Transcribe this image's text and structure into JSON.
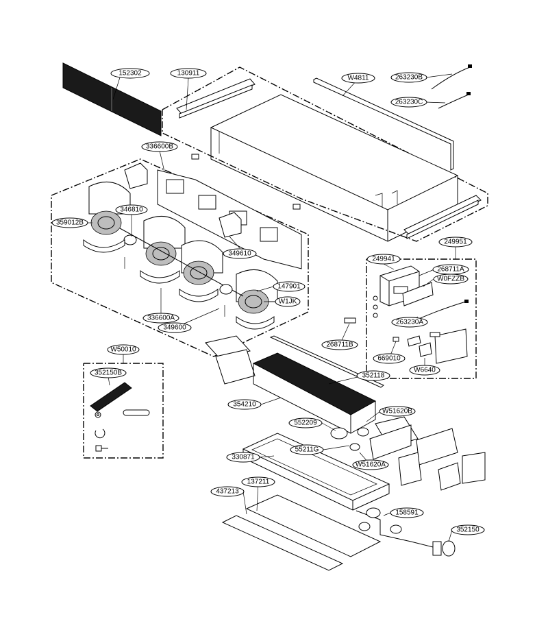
{
  "labels": {
    "l152302": "152302",
    "l130911": "130911",
    "lW4811": "W4811",
    "l263230B": "263230B",
    "l263230C": "263230C",
    "l336600B": "336600B",
    "l346810": "346810",
    "l359012B": "359012B",
    "l349610": "349610",
    "l147901": "147901",
    "lW1JK": "W1JK",
    "l336600A": "336600A",
    "l349600": "349600",
    "l249951": "249951",
    "l249941": "249941",
    "l268711A": "268711A",
    "lW0FZZB": "W0FZZB",
    "l263230A": "263230A",
    "l268711B": "268711B",
    "l669010": "669010",
    "lW6640": "W6640",
    "lW50010": "W50010",
    "l352150B": "352150B",
    "l352118": "352118",
    "l354210": "354210",
    "l552209": "552209",
    "lW51620B": "W51620B",
    "l55211G": "55211G",
    "lW51620A": "W51620A",
    "l330871": "330871",
    "l137211": "137211",
    "l437213": "437213",
    "l158591": "158591",
    "l352150": "352150"
  }
}
